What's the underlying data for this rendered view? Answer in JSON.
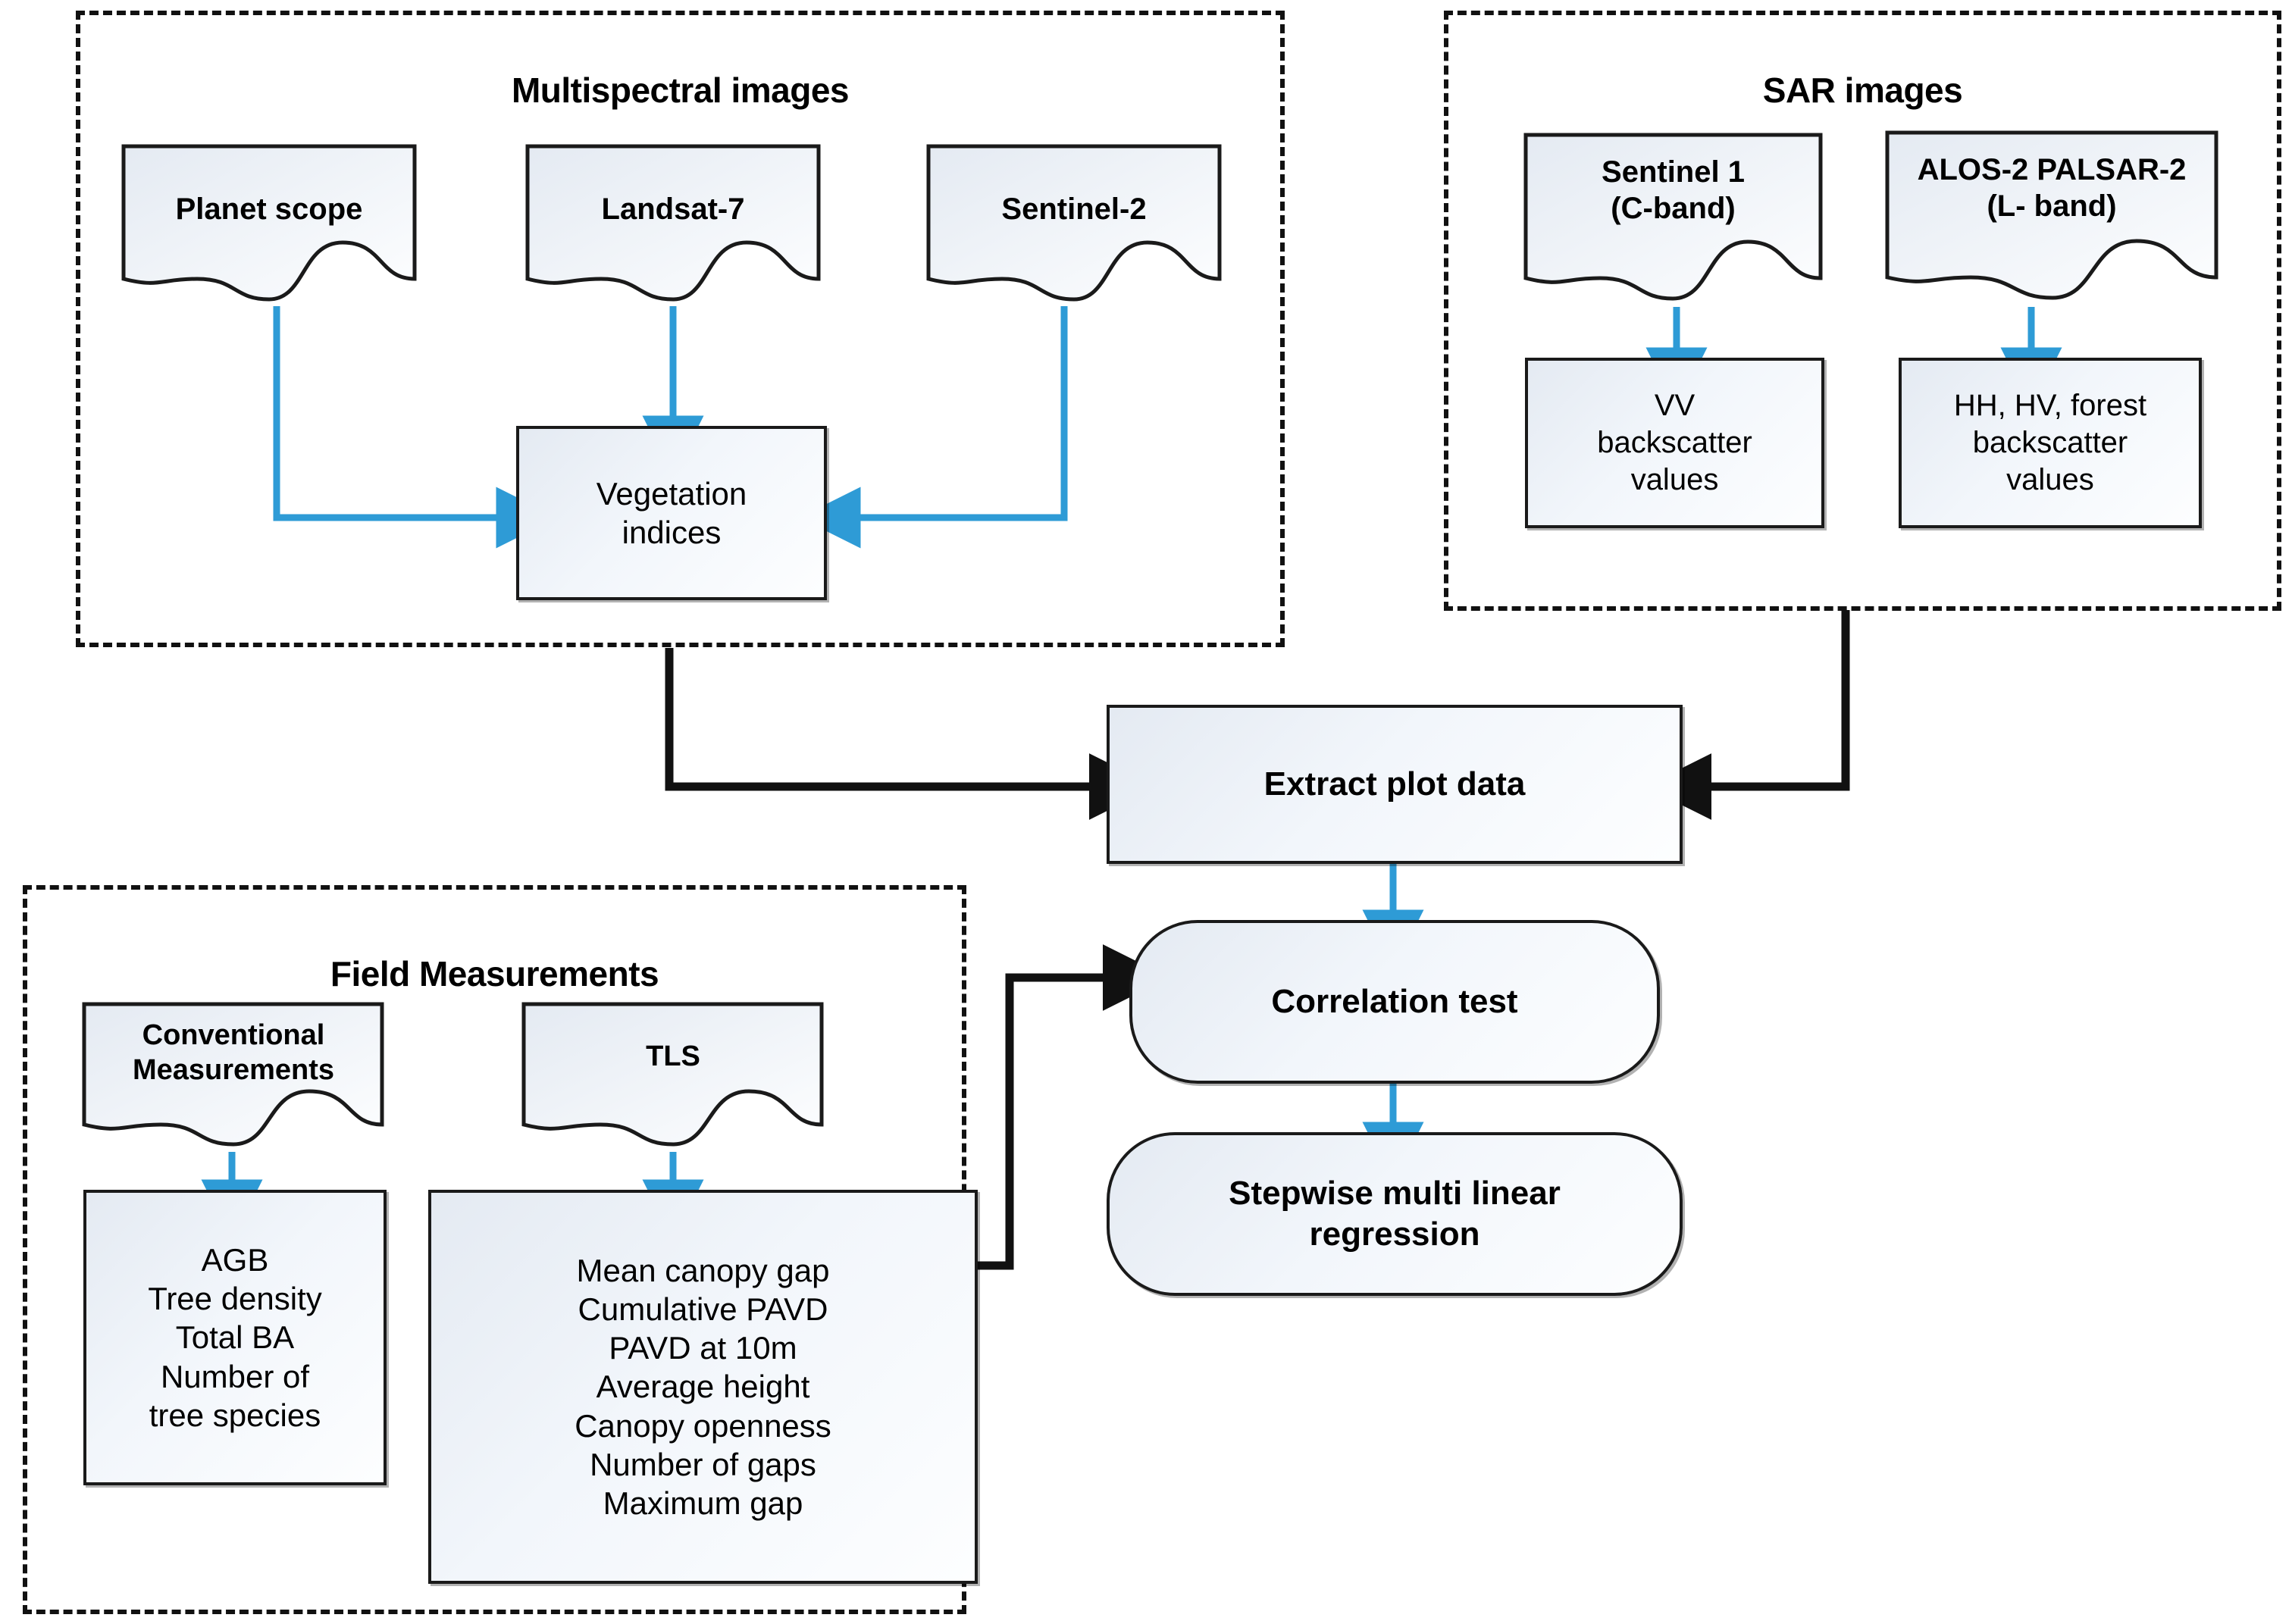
{
  "diagram": {
    "title_hidden": "",
    "accent_blue": "#2E9BD6",
    "line_black": "#111111",
    "box_fill_from": "#e4eaf2",
    "box_fill_to": "#fdfeff"
  },
  "groups": {
    "multispectral": {
      "title": "Multispectral images",
      "sources": [
        {
          "label": "Planet scope"
        },
        {
          "label": "Landsat-7"
        },
        {
          "label": "Sentinel-2"
        }
      ],
      "output": {
        "label": "Vegetation\nindices"
      }
    },
    "sar": {
      "title": "SAR images",
      "sources": [
        {
          "label": "Sentinel 1\n(C-band)"
        },
        {
          "label": "ALOS-2 PALSAR-2\n(L- band)"
        }
      ],
      "outputs": [
        {
          "label": "VV\nbackscatter\nvalues"
        },
        {
          "label": "HH, HV, forest\nbackscatter\nvalues"
        }
      ]
    },
    "field": {
      "title": "Field Measurements",
      "sources": [
        {
          "label": "Conventional\nMeasurements"
        },
        {
          "label": "TLS"
        }
      ],
      "outputs": [
        {
          "items": [
            "AGB",
            "Tree density",
            "Total BA",
            "Number of",
            "tree species"
          ]
        },
        {
          "items": [
            "Mean canopy gap",
            "Cumulative PAVD",
            "PAVD at 10m",
            "Average height",
            "Canopy openness",
            "Number of gaps",
            "Maximum gap"
          ]
        }
      ]
    }
  },
  "process": {
    "extract": {
      "label": "Extract plot data"
    },
    "correlation": {
      "label": "Correlation test"
    },
    "regression": {
      "label": "Stepwise multi linear\nregression"
    }
  },
  "icons": {
    "arrow_blue": "arrow-down-blue-icon",
    "arrow_black": "arrow-right-black-icon"
  }
}
